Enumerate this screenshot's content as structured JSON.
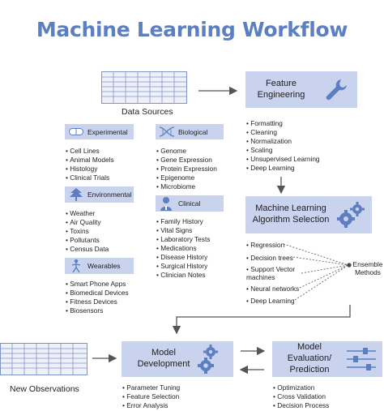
{
  "title": "Machine Learning Workflow",
  "data_sources_label": "Data Sources",
  "new_observations_label": "New Observations",
  "feature_engineering": {
    "label": "Feature Engineering",
    "items": [
      "Formatting",
      "Cleaning",
      "Normalization",
      "Scaling",
      "Unsupervised Learning",
      "Deep Learning"
    ]
  },
  "categories": {
    "experimental": {
      "label": "Experimental",
      "items": [
        "Cell Lines",
        "Animal Models",
        "Histology",
        "Clinical Trials"
      ]
    },
    "biological": {
      "label": "Biological",
      "items": [
        "Genome",
        "Gene Expression",
        "Protein Expression",
        "Epigenome",
        "Microbiome"
      ]
    },
    "environmental": {
      "label": "Environmental",
      "items": [
        "Weather",
        "Air Quality",
        "Toxins",
        "Pollutants",
        "Census Data"
      ]
    },
    "clinical": {
      "label": "Clinical",
      "items": [
        "Family History",
        "Vital Signs",
        "Laboratory Tests",
        "Medications",
        "Disease History",
        "Surgical History",
        "Clinician Notes"
      ]
    },
    "wearables": {
      "label": "Wearables",
      "items": [
        "Smart Phone Apps",
        "Biomedical Devices",
        "Fitness Devices",
        "Biosensors"
      ]
    }
  },
  "ml_algorithm": {
    "label": "Machine Learning Algorithm Selection",
    "methods": [
      "Regression",
      "Decision trees",
      "Support Vector machines",
      "Neural networks",
      "Deep Learning"
    ],
    "ensemble_label": "Ensemble Methods"
  },
  "model_development": {
    "label": "Model Development",
    "items": [
      "Parameter Tuning",
      "Feature Selection",
      "Error Analysis"
    ]
  },
  "model_evaluation": {
    "label": "Model Evaluation/ Prediction",
    "items": [
      "Optimization",
      "Cross Validation",
      "Decision Process"
    ]
  },
  "icons": {
    "primary_color": "#5b7fc0",
    "box_color": "#c9d3ee",
    "feature_engineering": "wrench-icon",
    "ml_algorithm": "gears-icon",
    "model_development": "gears-icon",
    "model_evaluation": "sliders-icon",
    "experimental": "capsule-icon",
    "biological": "dna-icon",
    "environmental": "tree-icon",
    "clinical": "doctor-icon",
    "wearables": "person-icon",
    "data_sources": "data-table-icon"
  }
}
